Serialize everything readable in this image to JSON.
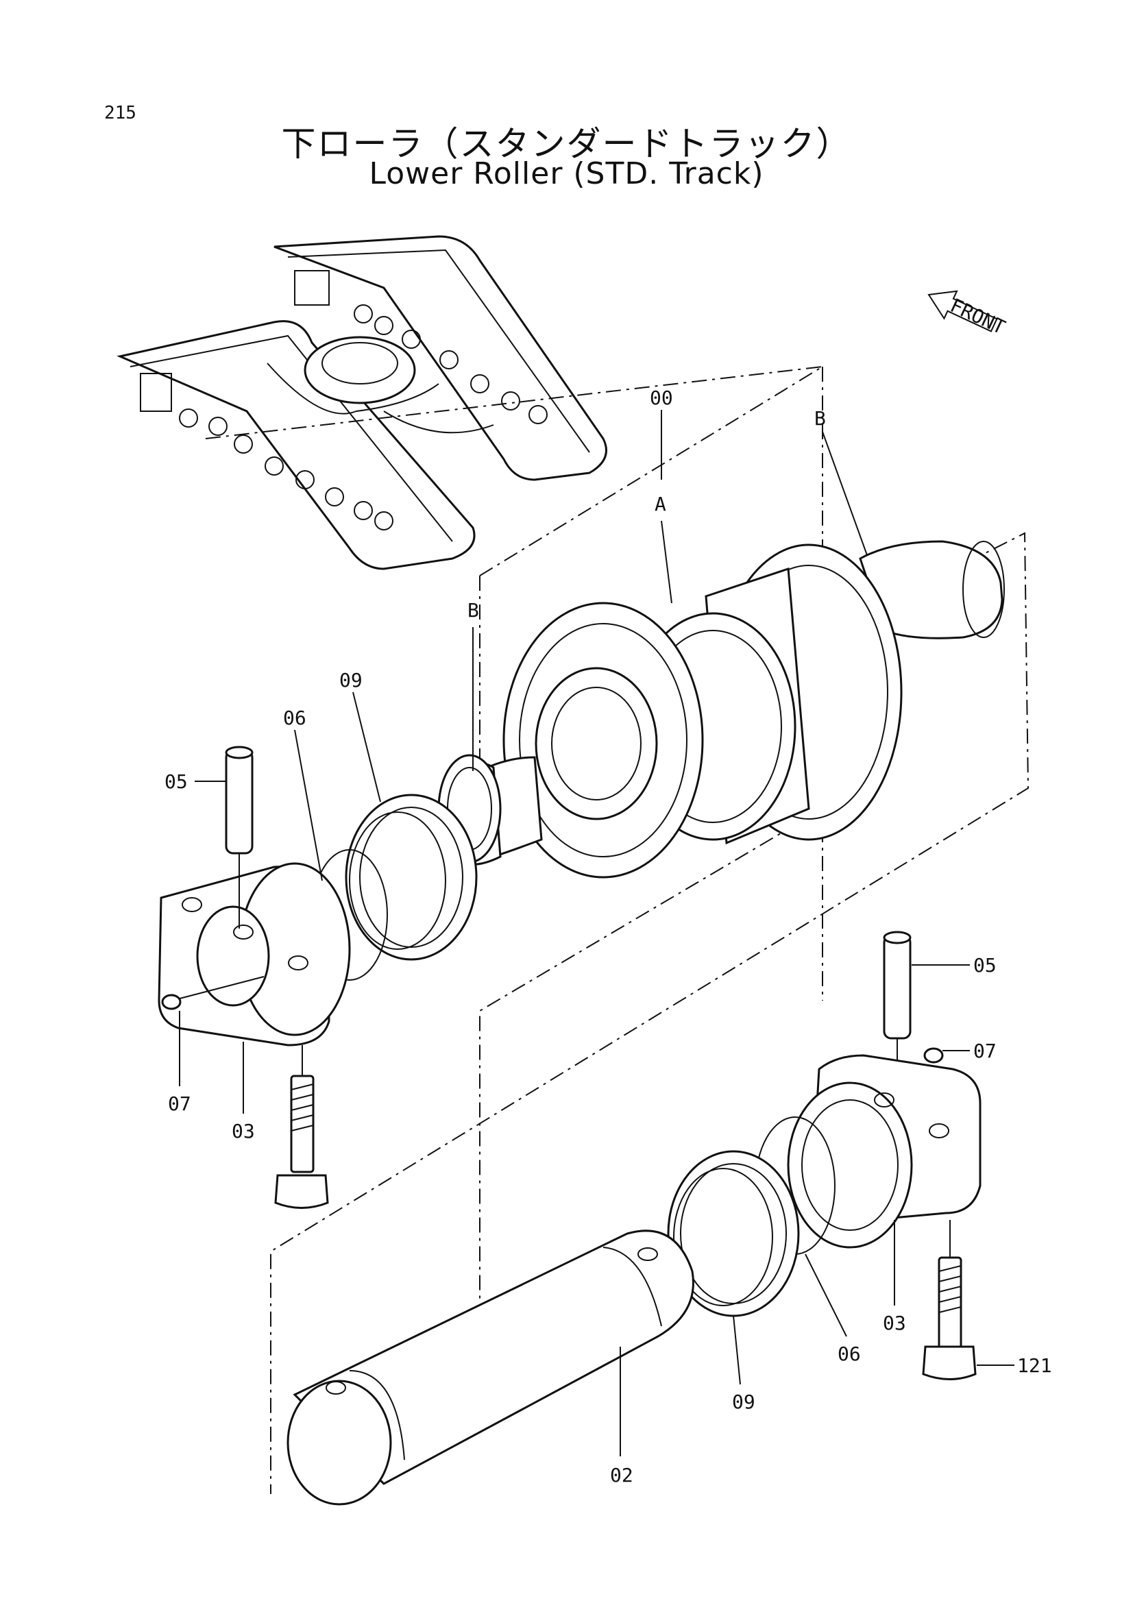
{
  "page": {
    "number": "215",
    "title_jp": "下ローラ（スタンダードトラック）",
    "title_en": "Lower Roller (STD. Track)"
  },
  "front_arrow": {
    "label": "FRONT",
    "icon": "front-arrow-icon"
  },
  "callouts": {
    "c00": "00",
    "cA": "A",
    "cB_left": "B",
    "cB_right": "B",
    "c09_left": "09",
    "c06_left": "06",
    "c05_left": "05",
    "c07_left": "07",
    "c03_left": "03",
    "c05_right": "05",
    "c07_right": "07",
    "c03_right": "03",
    "c06_right": "06",
    "c09_right": "09",
    "c02": "02",
    "c121": "121"
  }
}
